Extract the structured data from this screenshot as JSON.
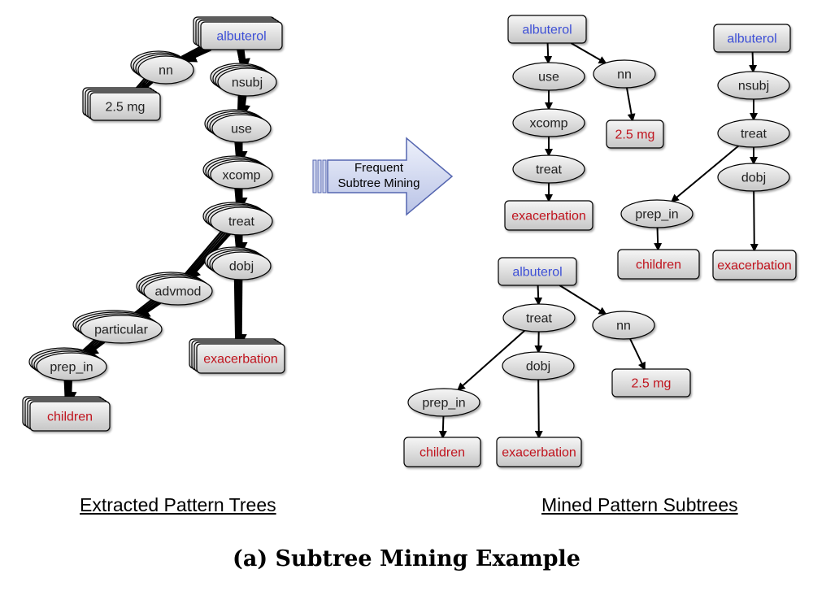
{
  "colors": {
    "root": "#3d4fd6",
    "leaf": "#c0141e",
    "inner": "#222222",
    "node_fill_top": "#f4f4f4",
    "node_fill_bottom": "#c9c9c9",
    "arrow_fill": "#cfd6ef",
    "arrow_stroke": "#5566b0"
  },
  "left_trees": {
    "label": "Extracted Pattern Trees",
    "nodes": [
      {
        "id": "albuterol",
        "text": "albuterol",
        "kind": "root"
      },
      {
        "id": "nn",
        "text": "nn",
        "kind": "inner"
      },
      {
        "id": "mg",
        "text": "2.5 mg",
        "kind": "inner"
      },
      {
        "id": "nsubj",
        "text": "nsubj",
        "kind": "inner"
      },
      {
        "id": "use",
        "text": "use",
        "kind": "inner"
      },
      {
        "id": "xcomp",
        "text": "xcomp",
        "kind": "inner"
      },
      {
        "id": "treat",
        "text": "treat",
        "kind": "inner"
      },
      {
        "id": "dobj",
        "text": "dobj",
        "kind": "inner"
      },
      {
        "id": "advmod",
        "text": "advmod",
        "kind": "inner"
      },
      {
        "id": "particular",
        "text": "particular",
        "kind": "inner"
      },
      {
        "id": "prep_in",
        "text": "prep_in",
        "kind": "inner"
      },
      {
        "id": "children",
        "text": "children",
        "kind": "leaf"
      },
      {
        "id": "exacerbation",
        "text": "exacerbation",
        "kind": "leaf"
      }
    ]
  },
  "arrow": {
    "line1": "Frequent",
    "line2": "Subtree Mining"
  },
  "right_subtrees": {
    "label": "Mined Pattern Subtrees",
    "subtrees": [
      {
        "name": "subtree-1",
        "nodes": [
          {
            "id": "albuterol",
            "text": "albuterol",
            "kind": "root"
          },
          {
            "id": "use",
            "text": "use",
            "kind": "inner"
          },
          {
            "id": "nn",
            "text": "nn",
            "kind": "inner"
          },
          {
            "id": "xcomp",
            "text": "xcomp",
            "kind": "inner"
          },
          {
            "id": "mg",
            "text": "2.5 mg",
            "kind": "leaf"
          },
          {
            "id": "treat",
            "text": "treat",
            "kind": "inner"
          },
          {
            "id": "exacerbation",
            "text": "exacerbation",
            "kind": "leaf"
          }
        ]
      },
      {
        "name": "subtree-2",
        "nodes": [
          {
            "id": "albuterol",
            "text": "albuterol",
            "kind": "root"
          },
          {
            "id": "nsubj",
            "text": "nsubj",
            "kind": "inner"
          },
          {
            "id": "treat",
            "text": "treat",
            "kind": "inner"
          },
          {
            "id": "dobj",
            "text": "dobj",
            "kind": "inner"
          },
          {
            "id": "prep_in",
            "text": "prep_in",
            "kind": "inner"
          },
          {
            "id": "children",
            "text": "children",
            "kind": "leaf"
          },
          {
            "id": "exacerbation",
            "text": "exacerbation",
            "kind": "leaf"
          }
        ]
      },
      {
        "name": "subtree-3",
        "nodes": [
          {
            "id": "albuterol",
            "text": "albuterol",
            "kind": "root"
          },
          {
            "id": "treat",
            "text": "treat",
            "kind": "inner"
          },
          {
            "id": "nn",
            "text": "nn",
            "kind": "inner"
          },
          {
            "id": "dobj",
            "text": "dobj",
            "kind": "inner"
          },
          {
            "id": "mg",
            "text": "2.5 mg",
            "kind": "leaf"
          },
          {
            "id": "prep_in",
            "text": "prep_in",
            "kind": "inner"
          },
          {
            "id": "children",
            "text": "children",
            "kind": "leaf"
          },
          {
            "id": "exacerbation",
            "text": "exacerbation",
            "kind": "leaf"
          }
        ]
      }
    ]
  },
  "caption": "(a) Subtree Mining Example"
}
